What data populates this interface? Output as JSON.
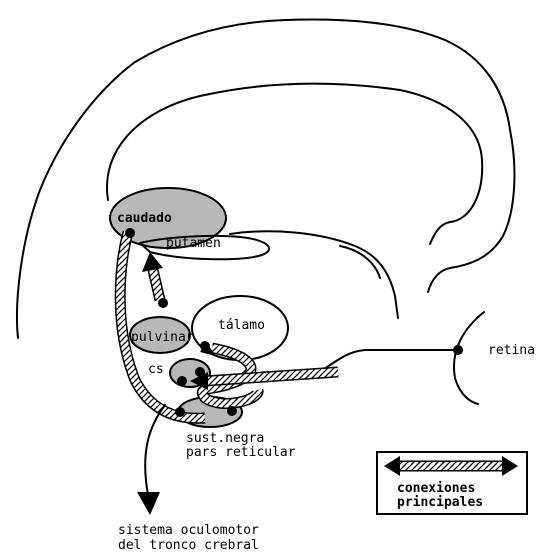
{
  "labels": {
    "caudado": "caudado",
    "putamen": "putamen",
    "talamo": "tálamo",
    "pulvinar": "pulvinar",
    "cs": "cs",
    "retina": "retina",
    "sust_negra_1": "sust.negra",
    "sust_negra_2": "pars reticular",
    "oculomotor_1": "sistema oculomotor",
    "oculomotor_2": "del tronco crebral"
  },
  "legend": {
    "line1": "conexiones",
    "line2": "principales"
  },
  "colors": {
    "nucleus_fill": "#b8b8b8",
    "ink": "#000000"
  }
}
